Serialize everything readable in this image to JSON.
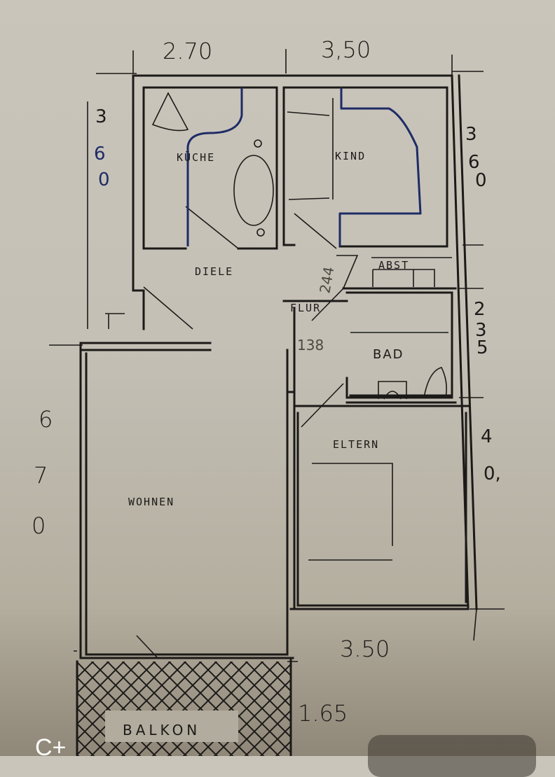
{
  "plan": {
    "rooms": {
      "kitchen": "KÜCHE",
      "child": "KIND",
      "hall": "DIELE",
      "corridor": "FLUR",
      "storage": "ABST",
      "bath": "BAD",
      "parents": "ELTERN",
      "living": "WOHNEN",
      "balcony": "BALKON"
    },
    "dimensions": {
      "top_left": "2.70",
      "top_right": "3,50",
      "left_upper": [
        "3",
        "6",
        "0"
      ],
      "right_upper": [
        "3",
        "6",
        "0"
      ],
      "right_bath": [
        "2",
        "3",
        "5"
      ],
      "right_parents": [
        "4",
        "0,"
      ],
      "left_lower": [
        "6",
        "7",
        "0"
      ],
      "bottom": "3.50",
      "balcony_depth": "1.65"
    },
    "pencil_notes": [
      "244",
      "138"
    ]
  },
  "overlay": {
    "app_badge": "C+"
  },
  "colors": {
    "paper": "#c6c2b8",
    "ink": "#1c1a18",
    "marker": "#1e2b66"
  }
}
